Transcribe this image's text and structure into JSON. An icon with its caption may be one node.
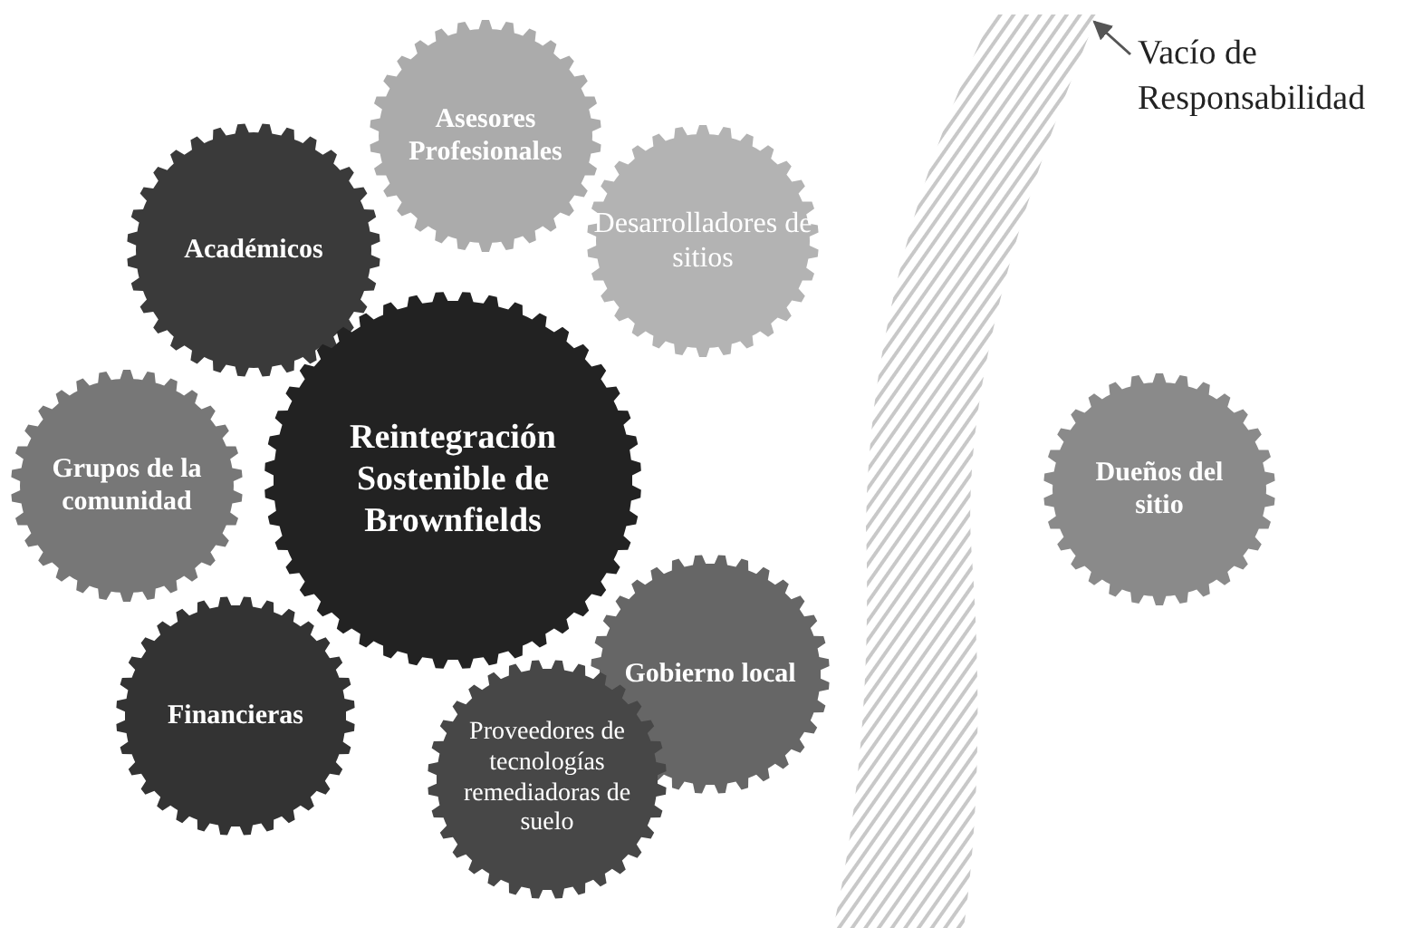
{
  "diagram": {
    "nodes": [
      {
        "text": [
          "Asesores Profesionales"
        ]
      },
      {
        "text": [
          "Académicos"
        ]
      },
      {
        "text": [
          "Desarrolladores de sitios"
        ]
      },
      {
        "text": [
          "Vacío de Responsabilidad"
        ]
      },
      {
        "text": [
          "Reintegración Sostenible de Brownfields"
        ]
      },
      {
        "text": [
          "Grupos de la comunidad"
        ]
      },
      {
        "text": [
          "Dueños del sitio"
        ]
      },
      {
        "text": [
          "Gobierno local"
        ]
      },
      {
        "text": [
          "Financieras"
        ]
      },
      {
        "text": [
          "Proveedores de tecnologías remediadoras de suelo"
        ]
      },
      {
        "text": [],
        "shape": "band"
      }
    ],
    "edges": [
      {
        "from": 3,
        "to": 10,
        "arrow": "to"
      }
    ]
  }
}
